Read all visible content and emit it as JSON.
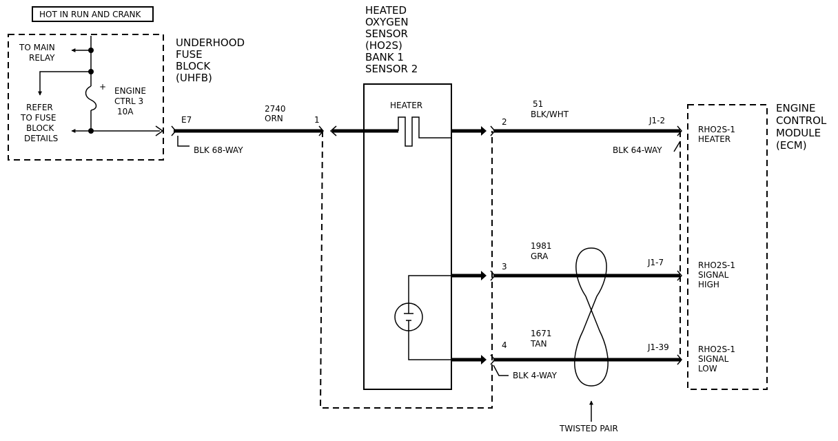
{
  "header_box": "HOT IN RUN AND CRANK",
  "fuse_block": {
    "title_lines": [
      "UNDERHOOD",
      "FUSE",
      "BLOCK",
      "(UHFB)"
    ],
    "to_main_relay": [
      "TO MAIN",
      "RELAY"
    ],
    "refer": [
      "REFER",
      "TO FUSE",
      "BLOCK",
      "DETAILS"
    ],
    "fuse_label": [
      "ENGINE",
      "CTRL 3",
      "10A"
    ],
    "plus_sign": "+",
    "connector_id": "E7",
    "connector_name": "BLK 68-WAY"
  },
  "sensor": {
    "title_lines": [
      "HEATED",
      "OXYGEN",
      "SENSOR",
      "(HO2S)",
      "BANK 1",
      "SENSOR 2"
    ],
    "heater_label": "HEATER",
    "connector_name": "BLK 4-WAY",
    "pins": {
      "in": "1",
      "heater": "2",
      "signal_high": "3",
      "signal_low": "4"
    }
  },
  "wires": [
    {
      "circuit": "2740",
      "color": "ORN"
    },
    {
      "circuit": "51",
      "color": "BLK/WHT"
    },
    {
      "circuit": "1981",
      "color": "GRA"
    },
    {
      "circuit": "1671",
      "color": "TAN"
    }
  ],
  "ecm": {
    "title_lines": [
      "ENGINE",
      "CONTROL",
      "MODULE",
      "(ECM)"
    ],
    "connector_name": "BLK 64-WAY",
    "pins": [
      {
        "id": "J1-2",
        "label": [
          "RHO2S-1",
          "HEATER"
        ]
      },
      {
        "id": "J1-7",
        "label": [
          "RHO2S-1",
          "SIGNAL",
          "HIGH"
        ]
      },
      {
        "id": "J1-39",
        "label": [
          "RHO2S-1",
          "SIGNAL",
          "LOW"
        ]
      }
    ]
  },
  "twisted_pair_label": "TWISTED PAIR"
}
